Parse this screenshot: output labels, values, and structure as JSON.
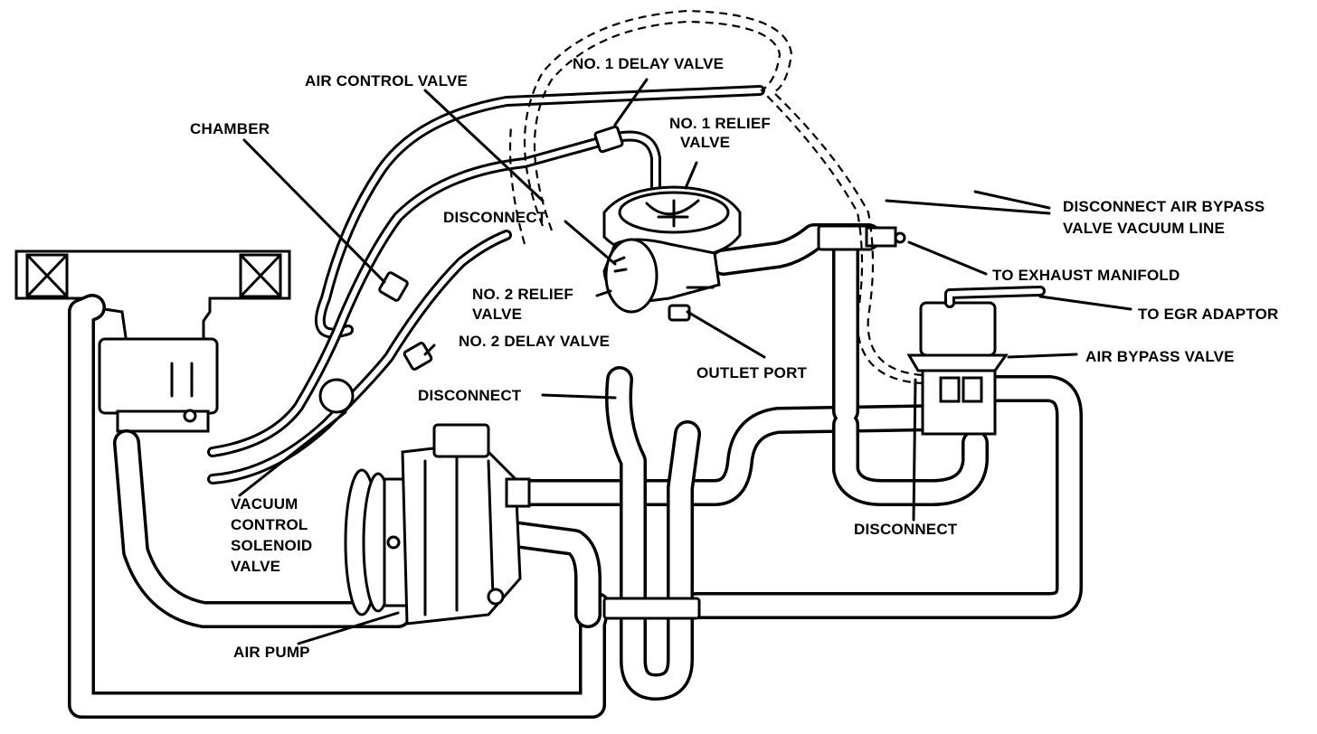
{
  "labels": {
    "no1_delay_valve": "NO. 1 DELAY VALVE",
    "air_control_valve": "AIR CONTROL VALVE",
    "chamber": "CHAMBER",
    "no1_relief_valve_l1": "NO. 1 RELIEF",
    "no1_relief_valve_l2": "VALVE",
    "disconnect_air_bypass_l1": "DISCONNECT AIR BYPASS",
    "disconnect_air_bypass_l2": "VALVE VACUUM LINE",
    "disconnect_top": "DISCONNECT",
    "to_exhaust_manifold": "TO EXHAUST MANIFOLD",
    "no2_relief_valve_l1": "NO. 2 RELIEF",
    "no2_relief_valve_l2": "VALVE",
    "to_egr_adaptor": "TO EGR ADAPTOR",
    "no2_delay_valve": "NO. 2 DELAY VALVE",
    "air_bypass_valve": "AIR BYPASS VALVE",
    "outlet_port": "OUTLET PORT",
    "disconnect_middle": "DISCONNECT",
    "vacuum_l1": "VACUUM",
    "vacuum_l2": "CONTROL",
    "vacuum_l3": "SOLENOID",
    "vacuum_l4": "VALVE",
    "disconnect_right": "DISCONNECT",
    "air_pump": "AIR PUMP"
  }
}
